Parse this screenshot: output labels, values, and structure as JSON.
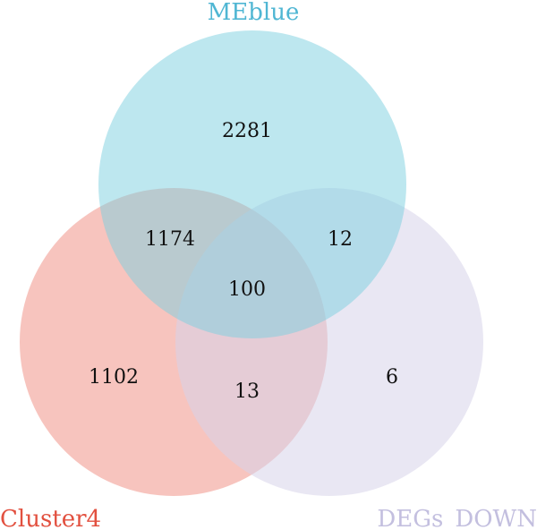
{
  "sets": [
    {
      "name": "MEblue",
      "color": "#67c4db"
    },
    {
      "name": "Cluster4",
      "color": "#e85a4a"
    },
    {
      "name": "DEGs_DOWN",
      "color": "#c9c5e1"
    }
  ],
  "counts": {
    "meblue_only": "2281",
    "cluster4_only": "1102",
    "degs_down_only": "6",
    "meblue_cluster4": "1174",
    "meblue_degs_down": "12",
    "cluster4_degs_down": "13",
    "all_three": "100"
  }
}
